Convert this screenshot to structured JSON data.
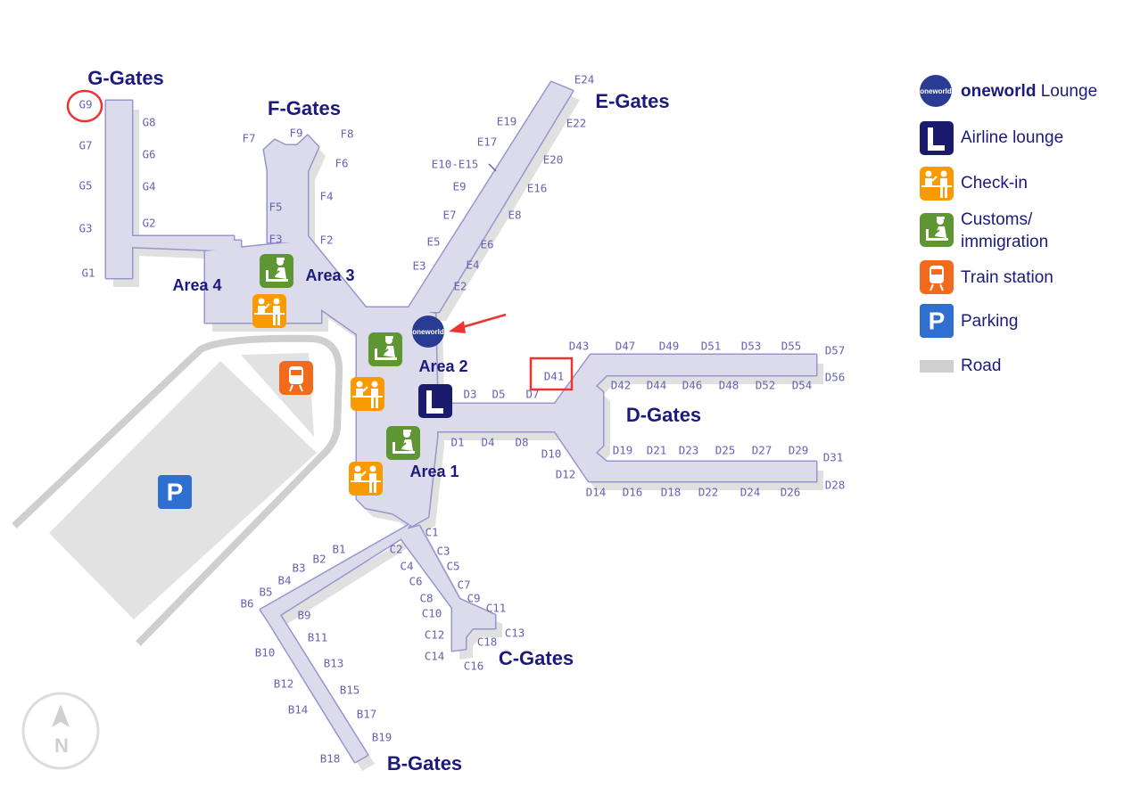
{
  "titles": {
    "g": "G-Gates",
    "f": "F-Gates",
    "e": "E-Gates",
    "d": "D-Gates",
    "c": "C-Gates",
    "b": "B-Gates"
  },
  "areas": {
    "a1": "Area 1",
    "a2": "Area 2",
    "a3": "Area 3",
    "a4": "Area 4"
  },
  "gates": {
    "G": [
      "G9",
      "G8",
      "G7",
      "G6",
      "G5",
      "G4",
      "G3",
      "G2",
      "G1"
    ],
    "F": [
      "F7",
      "F9",
      "F8",
      "F6",
      "F5",
      "F4",
      "F3",
      "F2"
    ],
    "E": [
      "E24",
      "E22",
      "E19",
      "E20",
      "E17",
      "E16",
      "E10-E15",
      "E9",
      "E8",
      "E7",
      "E6",
      "E5",
      "E4",
      "E3",
      "E2"
    ],
    "D": [
      "D43",
      "D47",
      "D49",
      "D51",
      "D53",
      "D55",
      "D57",
      "D56",
      "D41",
      "D42",
      "D44",
      "D46",
      "D48",
      "D52",
      "D54",
      "D3",
      "D5",
      "D7",
      "D1",
      "D4",
      "D8",
      "D10",
      "D12",
      "D19",
      "D21",
      "D23",
      "D25",
      "D27",
      "D29",
      "D31",
      "D28",
      "D14",
      "D16",
      "D18",
      "D22",
      "D24",
      "D26"
    ],
    "C": [
      "C1",
      "C2",
      "C3",
      "C4",
      "C5",
      "C6",
      "C7",
      "C8",
      "C9",
      "C10",
      "C11",
      "C12",
      "C13",
      "C18",
      "C14",
      "C16"
    ],
    "B": [
      "B1",
      "B2",
      "B3",
      "B4",
      "B5",
      "B6",
      "B9",
      "B10",
      "B11",
      "B12",
      "B13",
      "B14",
      "B15",
      "B17",
      "B19",
      "B18"
    ]
  },
  "highlights": {
    "circled_gate": "G9",
    "boxed_gate": "D41"
  },
  "icons": {
    "oneworld_text": "oneworld",
    "parking": "P",
    "lounge": "L",
    "compass": "N"
  },
  "legend": [
    {
      "icon": "oneworld-icon",
      "label_bold": "oneworld",
      "label": " Lounge"
    },
    {
      "icon": "airline-lounge-icon",
      "label": "Airline lounge"
    },
    {
      "icon": "check-in-icon",
      "label": "Check-in"
    },
    {
      "icon": "customs-icon",
      "label": "Customs/",
      "label2": "immigration"
    },
    {
      "icon": "train-icon",
      "label": "Train station"
    },
    {
      "icon": "parking-icon",
      "label": "Parking"
    },
    {
      "icon": "road-swatch",
      "label": "Road"
    }
  ],
  "colors": {
    "corridor": "#dcdbec",
    "corridor_stroke": "#9896cc",
    "navy": "#1c1a7c",
    "customs": "#5d9632",
    "checkin": "#f99a00",
    "train": "#f26a1b",
    "parking": "#2f6fd0",
    "road": "#cfcfcf",
    "highlight": "#ee3333"
  }
}
